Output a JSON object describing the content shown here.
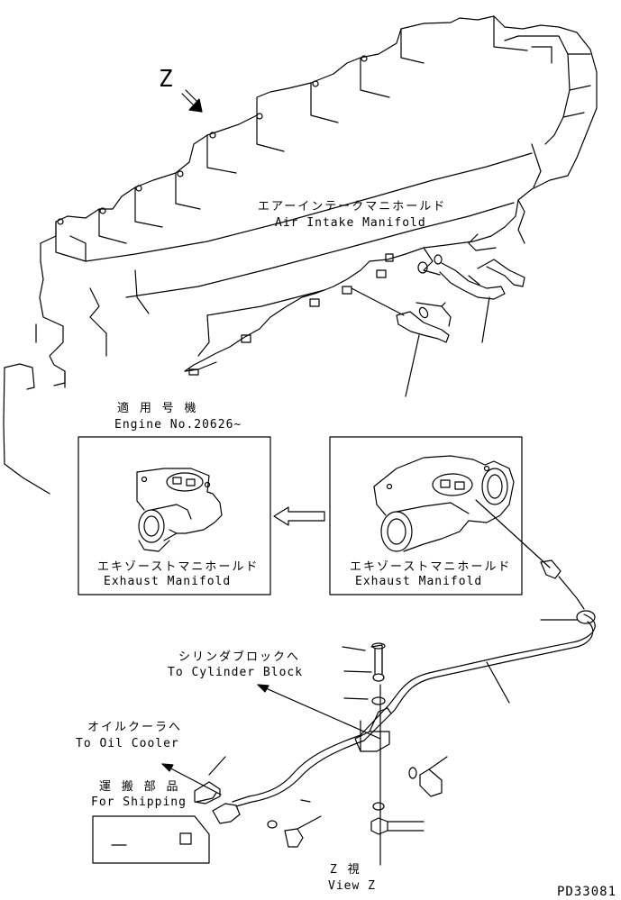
{
  "view_letter": "Z",
  "air_intake": {
    "jp": "エアーインテークマニホールド",
    "en": "Air Intake Manifold"
  },
  "applicable": {
    "jp": "適 用 号 機",
    "en": "Engine No.20626~"
  },
  "exhaust_left": {
    "jp": "エキゾーストマニホールド",
    "en": "Exhaust Manifold"
  },
  "exhaust_right": {
    "jp": "エキゾーストマニホールド",
    "en": "Exhaust Manifold"
  },
  "to_cylinder": {
    "jp": "シリンダブロックへ",
    "en": "To Cylinder Block"
  },
  "to_oil_cooler": {
    "jp": "オイルクーラへ",
    "en": "To Oil Cooler"
  },
  "shipping": {
    "jp": "運 搬 部 品",
    "en": "For Shipping"
  },
  "view_z": {
    "jp": "Z 視",
    "en": "View Z"
  },
  "part_code": "PD33081"
}
